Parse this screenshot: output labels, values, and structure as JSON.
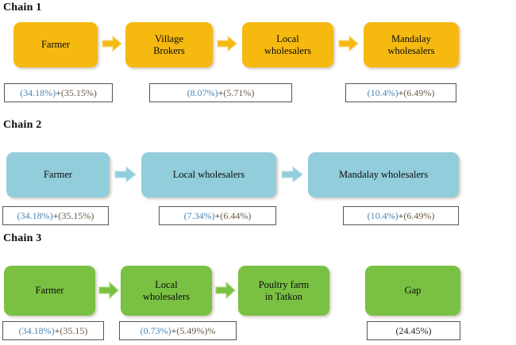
{
  "figure": {
    "title_hidden": "",
    "palette": {
      "orange": "#F5B910",
      "blue": "#92CDDC",
      "green": "#7AC143",
      "pct_first": "#4A86B4",
      "pct_second": "#6B5B49",
      "box_border": "#555555"
    }
  },
  "chains": [
    {
      "heading": "Chain 1",
      "color": "orange",
      "nodes": [
        {
          "label": "Farmer"
        },
        {
          "label": "Village\nBrokers"
        },
        {
          "label": "Local\nwholesalers"
        },
        {
          "label": "Mandalay\nwholesalers"
        }
      ],
      "arrow_icon": "arrow-right-icon",
      "pct_boxes": [
        {
          "first": "(34.18%)",
          "sep": "+",
          "second": "(35.15%)",
          "suffix": ""
        },
        {
          "first": "(8.07%)",
          "sep": "+",
          "second": "(5.71%)",
          "suffix": ""
        },
        {
          "first": "(10.4%)",
          "sep": "+",
          "second": "(6.49%)",
          "suffix": ""
        }
      ]
    },
    {
      "heading": "Chain 2",
      "color": "blue",
      "nodes": [
        {
          "label": "Farmer"
        },
        {
          "label": "Local wholesalers"
        },
        {
          "label": "Mandalay wholesalers"
        }
      ],
      "arrow_icon": "arrow-right-icon",
      "pct_boxes": [
        {
          "first": "(34.18%)",
          "sep": "+",
          "second": "(35.15%)",
          "suffix": ""
        },
        {
          "first": "(7.34%)",
          "sep": "+",
          "second": "(6.44%)",
          "suffix": ""
        },
        {
          "first": "(10.4%)",
          "sep": "+",
          "second": "(6.49%)",
          "suffix": ""
        }
      ]
    },
    {
      "heading": "Chain 3",
      "color": "green",
      "nodes": [
        {
          "label": "Farmer"
        },
        {
          "label": "Local\nwholesalers"
        },
        {
          "label": "Poultry farm\nin Tatkon"
        },
        {
          "label": "Gap"
        }
      ],
      "arrow_icon": "arrow-right-icon",
      "pct_boxes": [
        {
          "first": "(34.18%)",
          "sep": "+",
          "second": "(35.15)",
          "suffix": ""
        },
        {
          "first": "(0.73%)",
          "sep": "+",
          "second": "(5.49%)",
          "suffix": "%"
        },
        {
          "plain": "(24.45%)"
        }
      ]
    }
  ]
}
